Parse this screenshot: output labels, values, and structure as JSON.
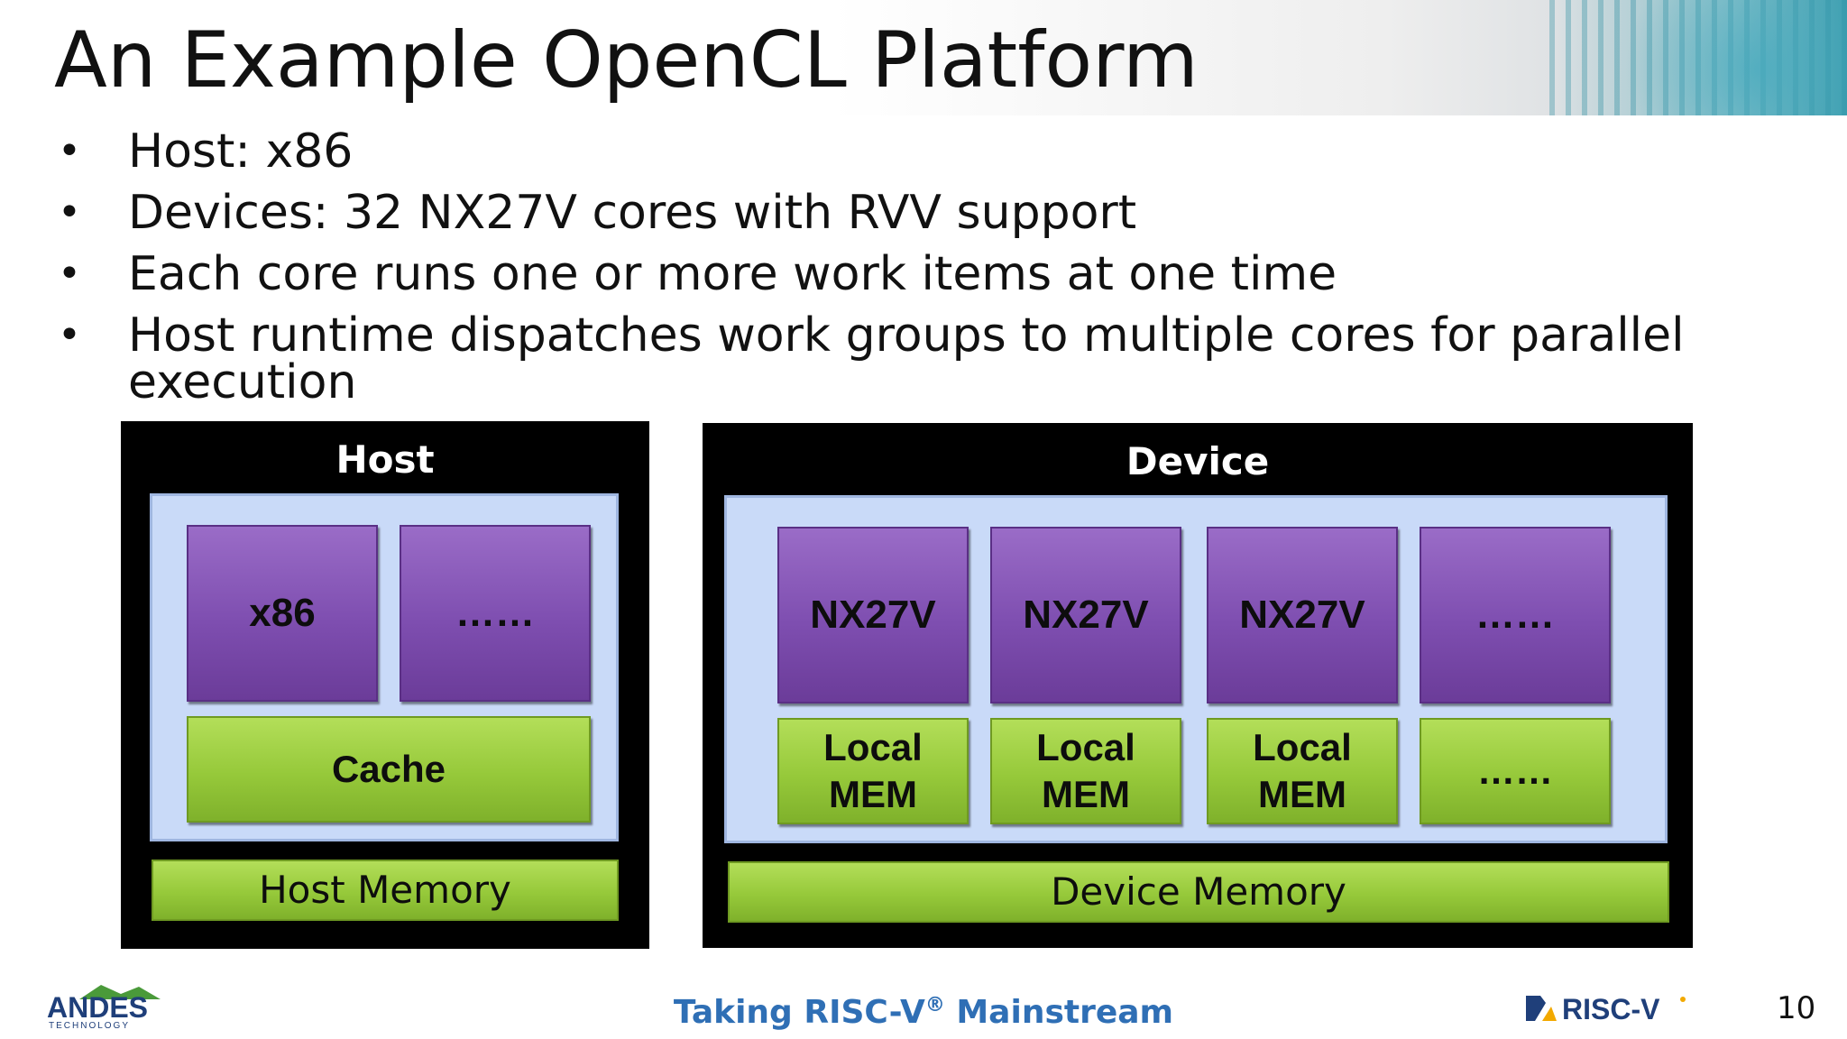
{
  "slide": {
    "title": "An Example OpenCL Platform",
    "bullets": [
      "Host: x86",
      "Devices: 32 NX27V cores with RVV support",
      "Each core runs one or more work items at one time",
      "Host runtime dispatches work groups to multiple cores for parallel execution"
    ],
    "bullet_glyph": "•"
  },
  "diagram": {
    "host": {
      "title": "Host",
      "cores": [
        "x86",
        "……"
      ],
      "cache": "Cache",
      "memory": "Host Memory"
    },
    "device": {
      "title": "Device",
      "cores": [
        "NX27V",
        "NX27V",
        "NX27V",
        "……"
      ],
      "local_mems": [
        "Local\nMEM",
        "Local\nMEM",
        "Local\nMEM",
        "……"
      ],
      "memory": "Device Memory"
    },
    "colors": {
      "panel": "#000000",
      "inner": "#c9daf8",
      "core": "#8152b5",
      "memory": "#96c93a"
    }
  },
  "footer": {
    "left_logo": "ANDES TECHNOLOGY",
    "tagline_prefix": "Taking RISC-V",
    "tagline_mark": "®",
    "tagline_suffix": " Mainstream",
    "right_logo": "RISC-V",
    "page_number": "10"
  }
}
